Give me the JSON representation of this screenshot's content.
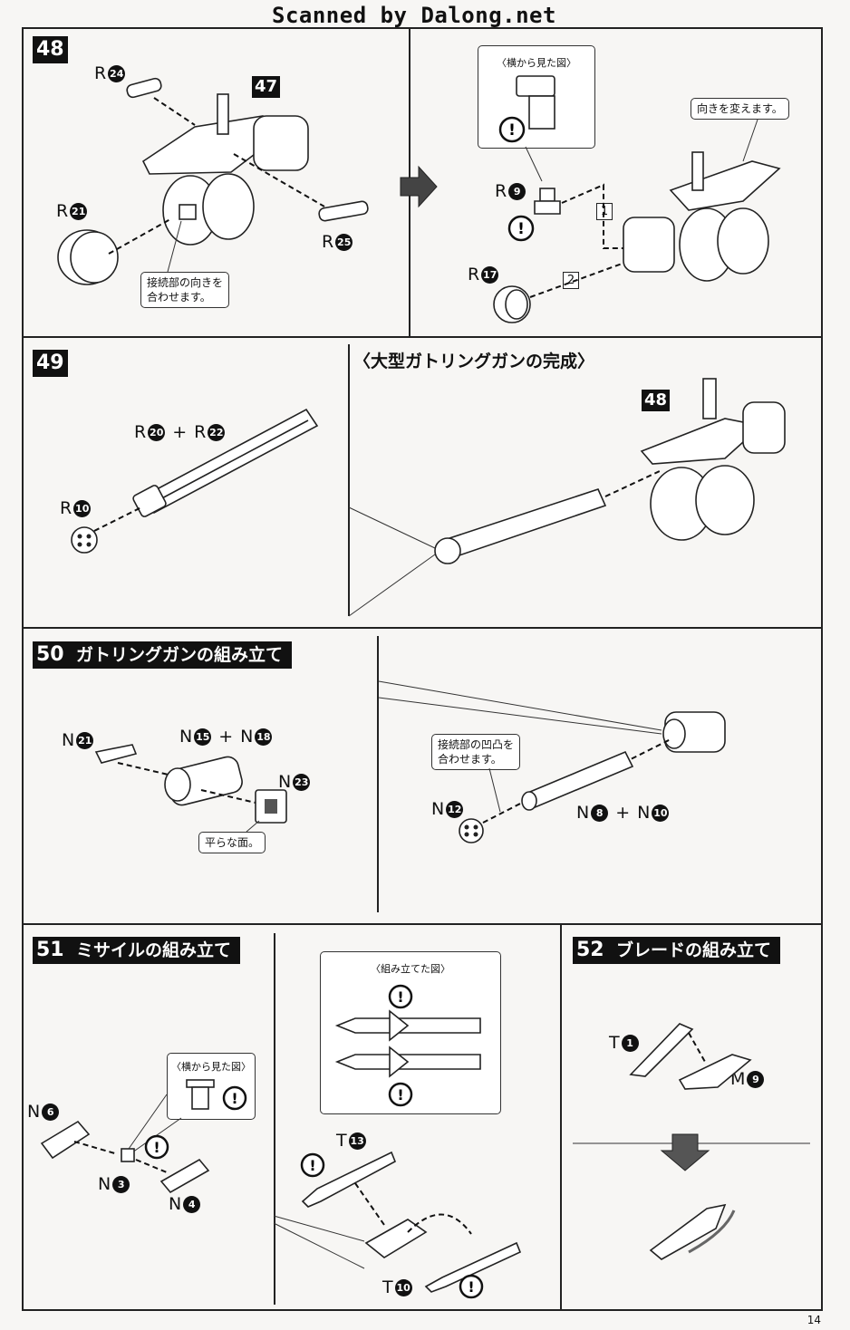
{
  "watermark": "Scanned by Dalong.net",
  "page_number": "14",
  "step48": {
    "number": "48",
    "ref": "47",
    "parts": {
      "r24": "24",
      "r21": "21",
      "r25": "25",
      "r9": "9",
      "r17": "17"
    },
    "prefix": "R",
    "note_connect": "接続部の向きを\n合わせます。",
    "side_view": "〈横から見た図〉",
    "change_dir": "向きを変えます。",
    "order1": "1",
    "order2": "2"
  },
  "step49": {
    "number": "49",
    "caption": "〈大型ガトリングガンの完成〉",
    "ref": "48",
    "prefix": "R",
    "parts": {
      "a": "20",
      "b": "22",
      "c": "10"
    },
    "plus": "+"
  },
  "step50": {
    "number": "50",
    "title": "ガトリングガンの組み立て",
    "prefix": "N",
    "parts": {
      "n21": "21",
      "n15": "15",
      "n18": "18",
      "n23": "23",
      "n12": "12",
      "n8": "8",
      "n10": "10"
    },
    "plus": "+",
    "note_flat": "平らな面。",
    "note_fit": "接続部の凹凸を\n合わせます。"
  },
  "step51": {
    "number": "51",
    "title": "ミサイルの組み立て",
    "side_view": "〈横から見た図〉",
    "assembled_view": "〈組み立てた図〉",
    "parts_n": {
      "n6": "6",
      "n3": "3",
      "n4": "4"
    },
    "parts_t": {
      "t13": "13",
      "t10": "10"
    }
  },
  "step52": {
    "number": "52",
    "title": "ブレードの組み立て",
    "parts": {
      "t1": "1",
      "m9": "9"
    }
  },
  "symbols": {
    "caution": "!"
  }
}
